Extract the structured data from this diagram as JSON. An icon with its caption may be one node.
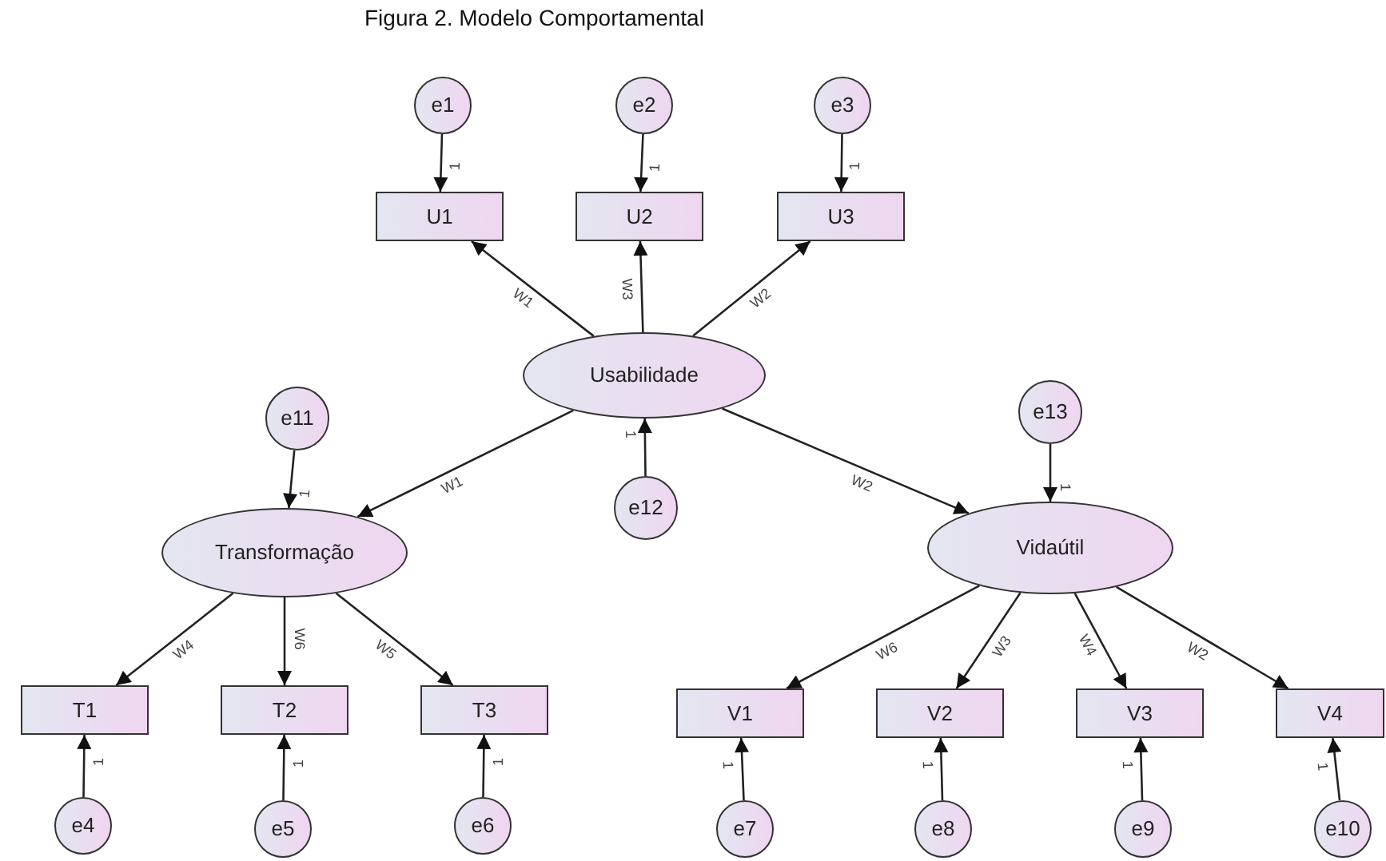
{
  "diagram": {
    "title": "Figura 2. Modelo Comportamental",
    "nodes": [
      {
        "text": [
          "e1"
        ]
      },
      {
        "text": [
          "e2"
        ]
      },
      {
        "text": [
          "e3"
        ]
      },
      {
        "text": [
          "U1"
        ]
      },
      {
        "text": [
          "U2"
        ]
      },
      {
        "text": [
          "U3"
        ]
      },
      {
        "text": [
          "Usabilidade"
        ]
      },
      {
        "text": [
          "e11"
        ]
      },
      {
        "text": [
          "e13"
        ]
      },
      {
        "text": [
          "e12"
        ]
      },
      {
        "text": [
          "Transformação"
        ]
      },
      {
        "text": [
          "Vidaútil"
        ]
      },
      {
        "text": [
          "T1"
        ]
      },
      {
        "text": [
          "T2"
        ]
      },
      {
        "text": [
          "T3"
        ]
      },
      {
        "text": [
          "V1"
        ]
      },
      {
        "text": [
          "V2"
        ]
      },
      {
        "text": [
          "V3"
        ]
      },
      {
        "text": [
          "V4"
        ]
      },
      {
        "text": [
          "e4"
        ]
      },
      {
        "text": [
          "e5"
        ]
      },
      {
        "text": [
          "e6"
        ]
      },
      {
        "text": [
          "e7"
        ]
      },
      {
        "text": [
          "e8"
        ]
      },
      {
        "text": [
          "e9"
        ]
      },
      {
        "text": [
          "e10"
        ]
      }
    ],
    "edges": [
      {
        "from": 0,
        "to": 3,
        "arrow": "to",
        "label": "1"
      },
      {
        "from": 1,
        "to": 4,
        "arrow": "to",
        "label": "1"
      },
      {
        "from": 2,
        "to": 5,
        "arrow": "to",
        "label": "1"
      },
      {
        "from": 6,
        "to": 3,
        "arrow": "to",
        "label": "W1"
      },
      {
        "from": 6,
        "to": 4,
        "arrow": "to",
        "label": "W3"
      },
      {
        "from": 6,
        "to": 5,
        "arrow": "to",
        "label": "W2"
      },
      {
        "from": 6,
        "to": 10,
        "arrow": "to",
        "label": "W1"
      },
      {
        "from": 6,
        "to": 11,
        "arrow": "to",
        "label": "W2"
      },
      {
        "from": 7,
        "to": 10,
        "arrow": "to",
        "label": "1"
      },
      {
        "from": 8,
        "to": 11,
        "arrow": "to",
        "label": "1"
      },
      {
        "from": 9,
        "to": 6,
        "arrow": "to",
        "label": "1"
      },
      {
        "from": 10,
        "to": 12,
        "arrow": "to",
        "label": "W4"
      },
      {
        "from": 10,
        "to": 13,
        "arrow": "to",
        "label": "W6"
      },
      {
        "from": 10,
        "to": 14,
        "arrow": "to",
        "label": "W5"
      },
      {
        "from": 11,
        "to": 15,
        "arrow": "to",
        "label": "W6"
      },
      {
        "from": 11,
        "to": 16,
        "arrow": "to",
        "label": "W3"
      },
      {
        "from": 11,
        "to": 17,
        "arrow": "to",
        "label": "W4"
      },
      {
        "from": 11,
        "to": 18,
        "arrow": "to",
        "label": "W2"
      },
      {
        "from": 19,
        "to": 12,
        "arrow": "to",
        "label": "1"
      },
      {
        "from": 20,
        "to": 13,
        "arrow": "to",
        "label": "1"
      },
      {
        "from": 21,
        "to": 14,
        "arrow": "to",
        "label": "1"
      },
      {
        "from": 22,
        "to": 15,
        "arrow": "to",
        "label": "1"
      },
      {
        "from": 23,
        "to": 16,
        "arrow": "to",
        "label": "1"
      },
      {
        "from": 24,
        "to": 17,
        "arrow": "to",
        "label": "1"
      },
      {
        "from": 25,
        "to": 18,
        "arrow": "to",
        "label": "1"
      }
    ]
  }
}
